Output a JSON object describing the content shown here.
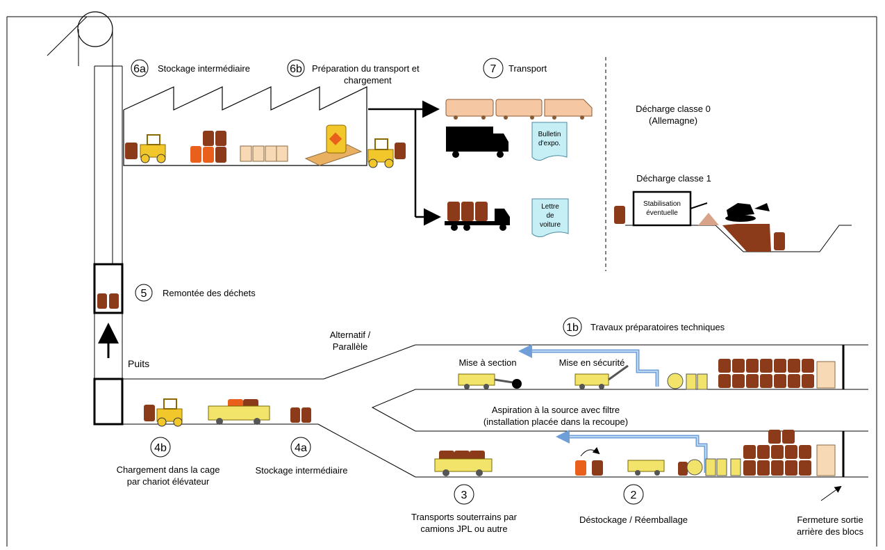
{
  "steps": {
    "s6a": {
      "num": "6a",
      "label": "Stockage intermédiaire"
    },
    "s6b": {
      "num": "6b",
      "label1": "Préparation du transport et",
      "label2": "chargement"
    },
    "s7": {
      "num": "7",
      "label": "Transport"
    },
    "s5": {
      "num": "5",
      "label": "Remontée des déchets"
    },
    "s1b": {
      "num": "1b",
      "label": "Travaux préparatoires techniques"
    },
    "s4b": {
      "num": "4b",
      "label1": "Chargement dans la cage",
      "label2": "par chariot élévateur"
    },
    "s4a": {
      "num": "4a",
      "label": "Stockage intermédiaire"
    },
    "s3": {
      "num": "3",
      "label1": "Transports souterrains par",
      "label2": "camions JPL ou autre"
    },
    "s2": {
      "num": "2",
      "label": "Déstockage / Réemballage"
    }
  },
  "labels": {
    "decharge0_line1": "Décharge classe 0",
    "decharge0_line2": "(Allemagne)",
    "decharge1": "Décharge classe 1",
    "stabilisation1": "Stabilisation",
    "stabilisation2": "éventuelle",
    "bulletin1": "Bulletin",
    "bulletin2": "d'expo.",
    "lettre1": "Lettre",
    "lettre2": "de",
    "lettre3": "voiture",
    "puits": "Puits",
    "alternatif1": "Alternatif /",
    "alternatif2": "Parallèle",
    "mise_section": "Mise à section",
    "mise_securite": "Mise en sécurité",
    "aspiration1": "Aspiration à la source avec filtre",
    "aspiration2": "(installation placée dans la recoupe)",
    "fermeture1": "Fermeture sortie",
    "fermeture2": "arrière des blocs"
  },
  "colors": {
    "drum": "#8b3a1a",
    "drum_orange": "#e8601c",
    "forklift": "#f2c72c",
    "train": "#f5c8a3",
    "paper": "#c5eef5",
    "pipe": "#9fc3e8",
    "box": "#f7d9b5"
  }
}
